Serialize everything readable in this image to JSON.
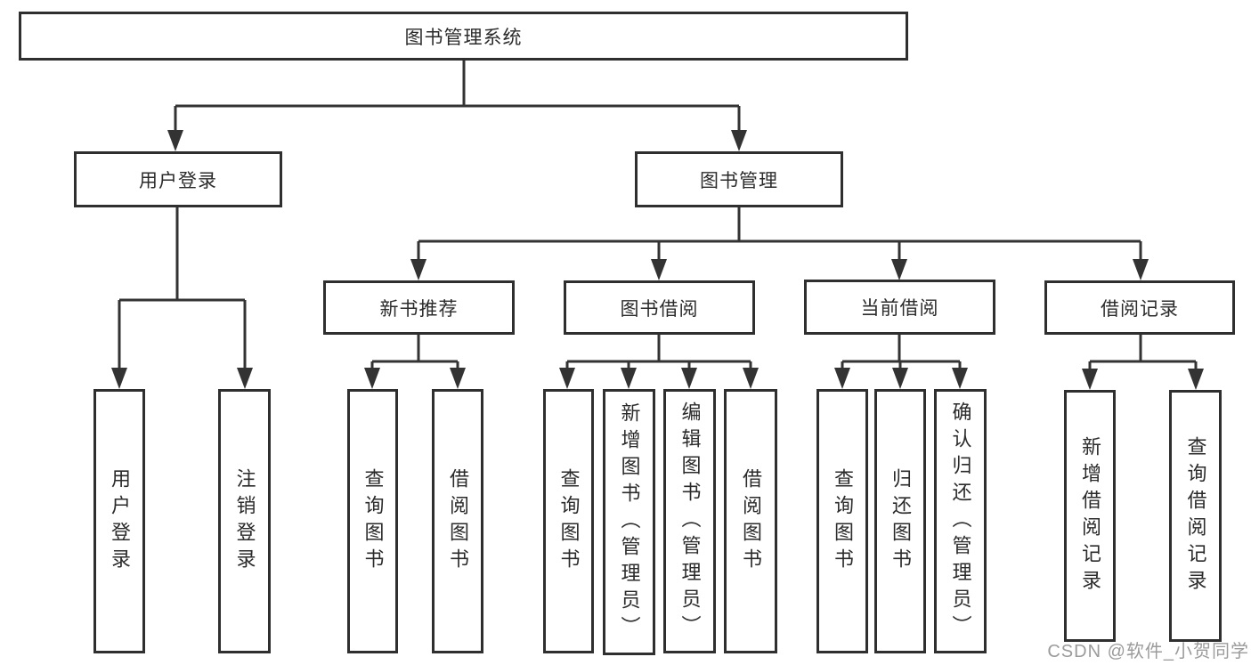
{
  "diagram": {
    "title": "图书管理系统",
    "level2": {
      "user_login": "用户登录",
      "book_management": "图书管理"
    },
    "level3": {
      "new_book_recommend": "新书推荐",
      "book_borrowing": "图书借阅",
      "current_borrowing": "当前借阅",
      "borrowing_records": "借阅记录"
    },
    "leaves": {
      "user_login": [
        "用户登录",
        "注销登录"
      ],
      "new_book_recommend": [
        "查询图书",
        "借阅图书"
      ],
      "book_borrowing": [
        "查询图书",
        "新增图书（管理员）",
        "编辑图书（管理员）",
        "借阅图书"
      ],
      "current_borrowing": [
        "查询图书",
        "归还图书",
        "确认归还（管理员）"
      ],
      "borrowing_records": [
        "新增借阅记录",
        "查询借阅记录"
      ]
    },
    "watermark": "CSDN @软件_小贺同学",
    "colors": {
      "line": "#333333",
      "box_border": "#2f2f2f",
      "text": "#2b2b2b",
      "background": "#ffffff",
      "watermark": "#9b9b9b"
    }
  }
}
